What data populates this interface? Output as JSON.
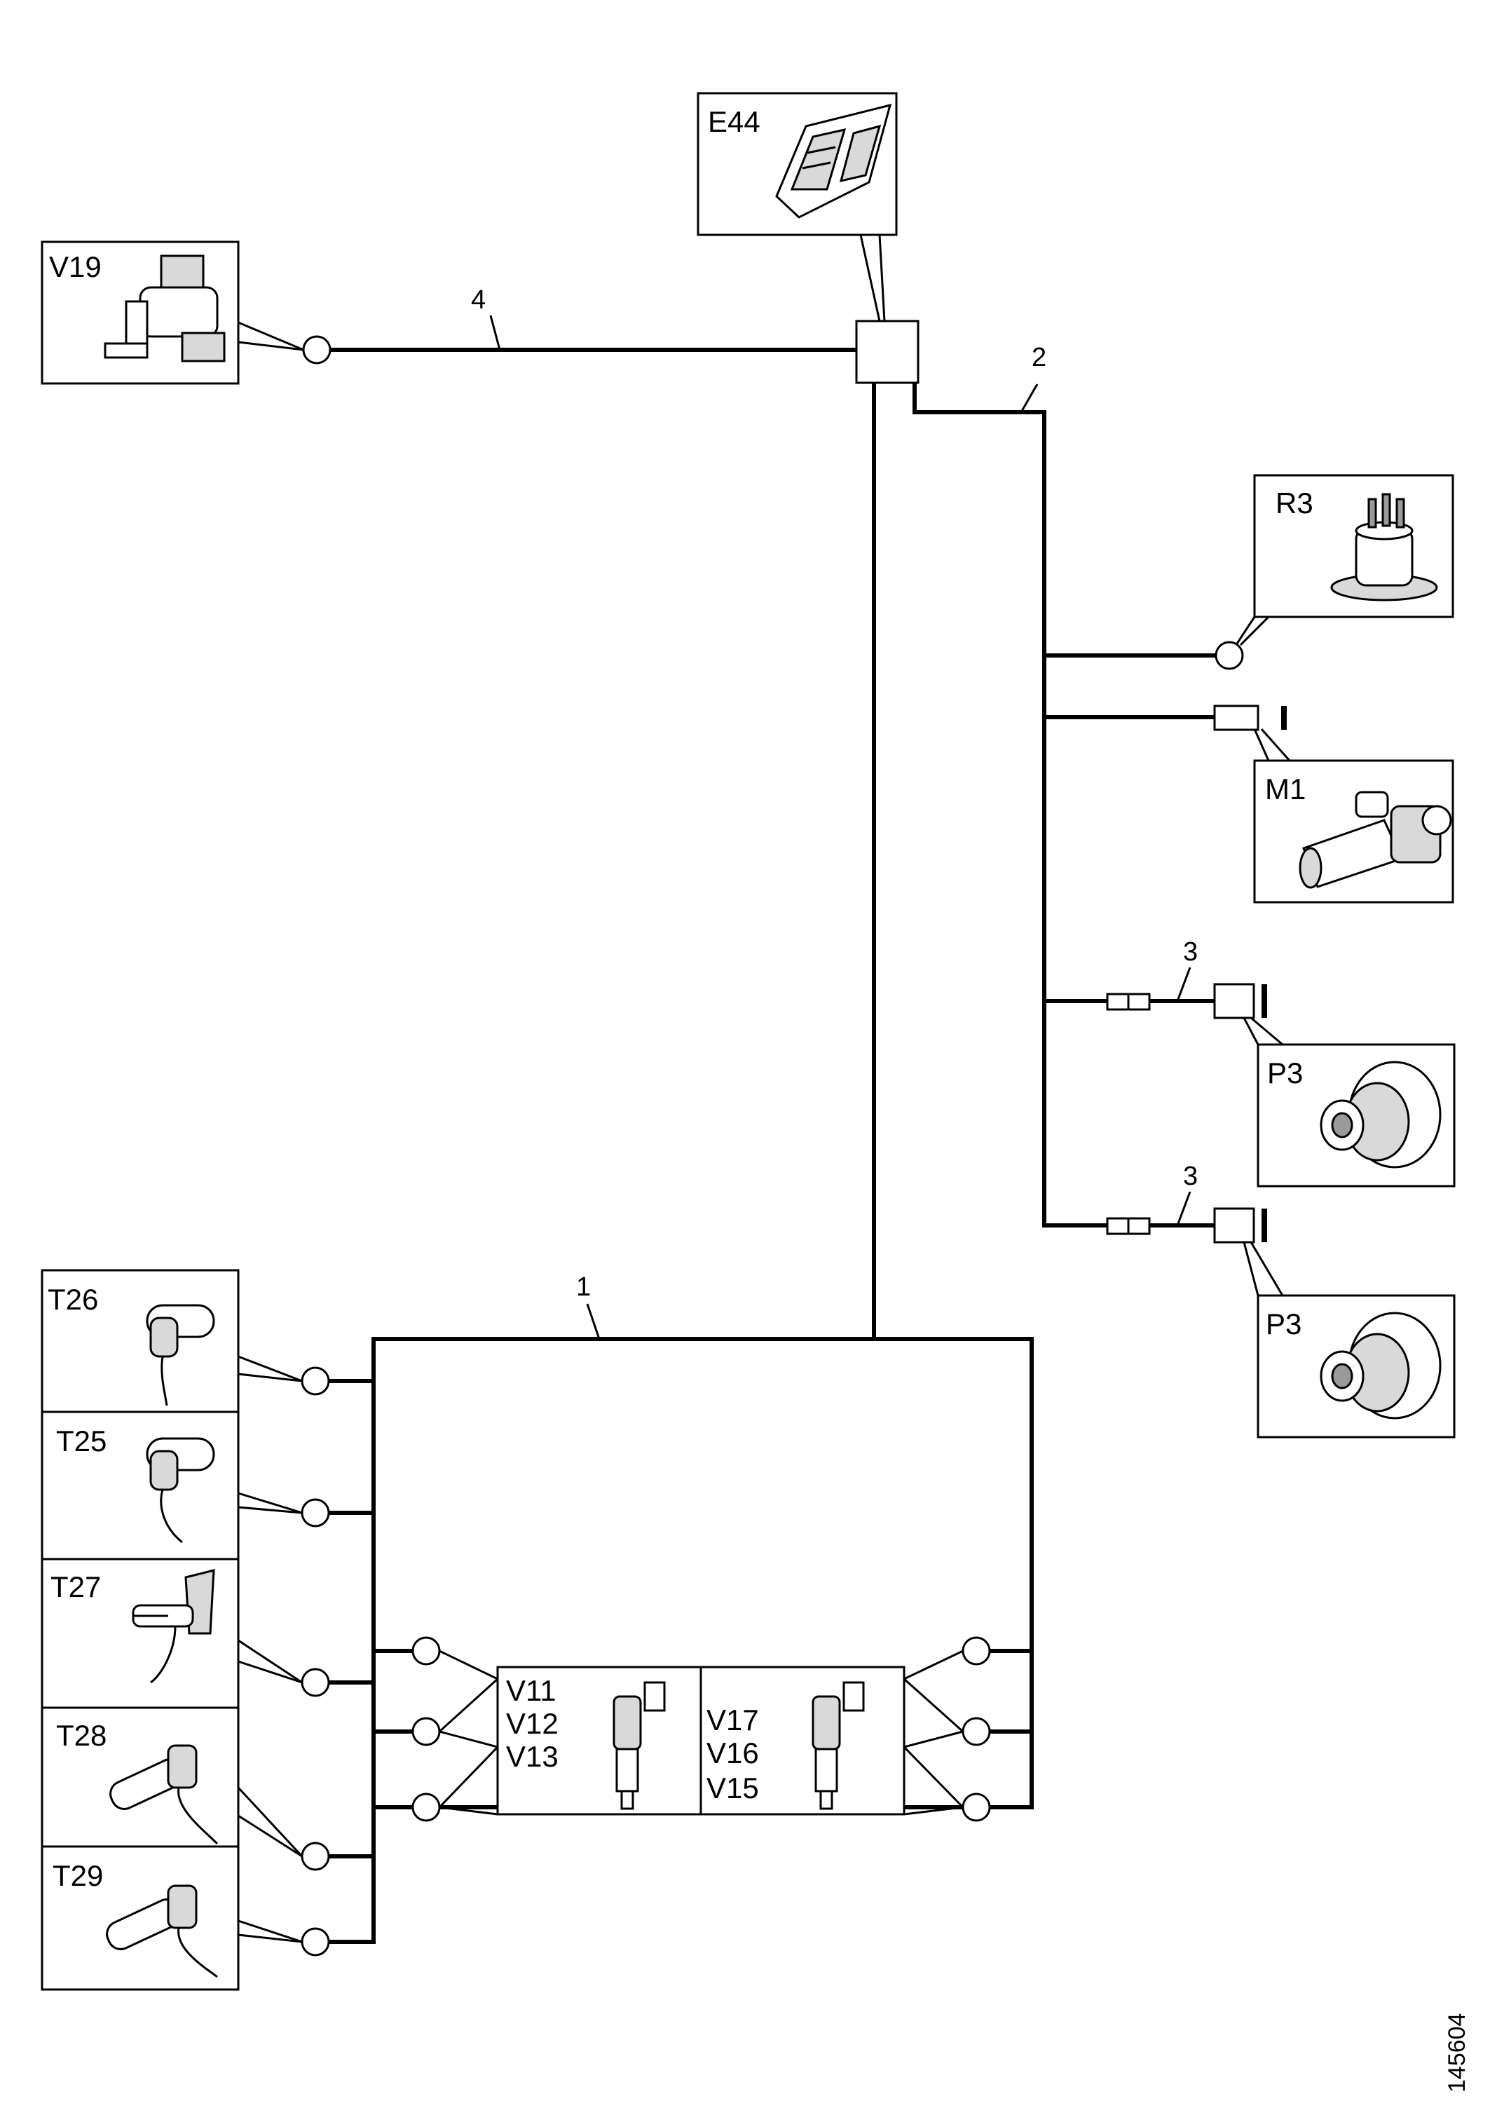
{
  "components": {
    "e44": "E44",
    "v19": "V19",
    "r3": "R3",
    "m1": "M1",
    "p3_upper": "P3",
    "p3_lower": "P3",
    "t26": "T26",
    "t25": "T25",
    "t27": "T27",
    "t28": "T28",
    "t29": "T29",
    "v11": "V11",
    "v12": "V12",
    "v13": "V13",
    "v17": "V17",
    "v16": "V16",
    "v15": "V15"
  },
  "harness_numbers": {
    "main": "1",
    "branch": "2",
    "alt_upper": "3",
    "alt_lower": "3",
    "v19_line": "4"
  },
  "figure_number": "145604"
}
